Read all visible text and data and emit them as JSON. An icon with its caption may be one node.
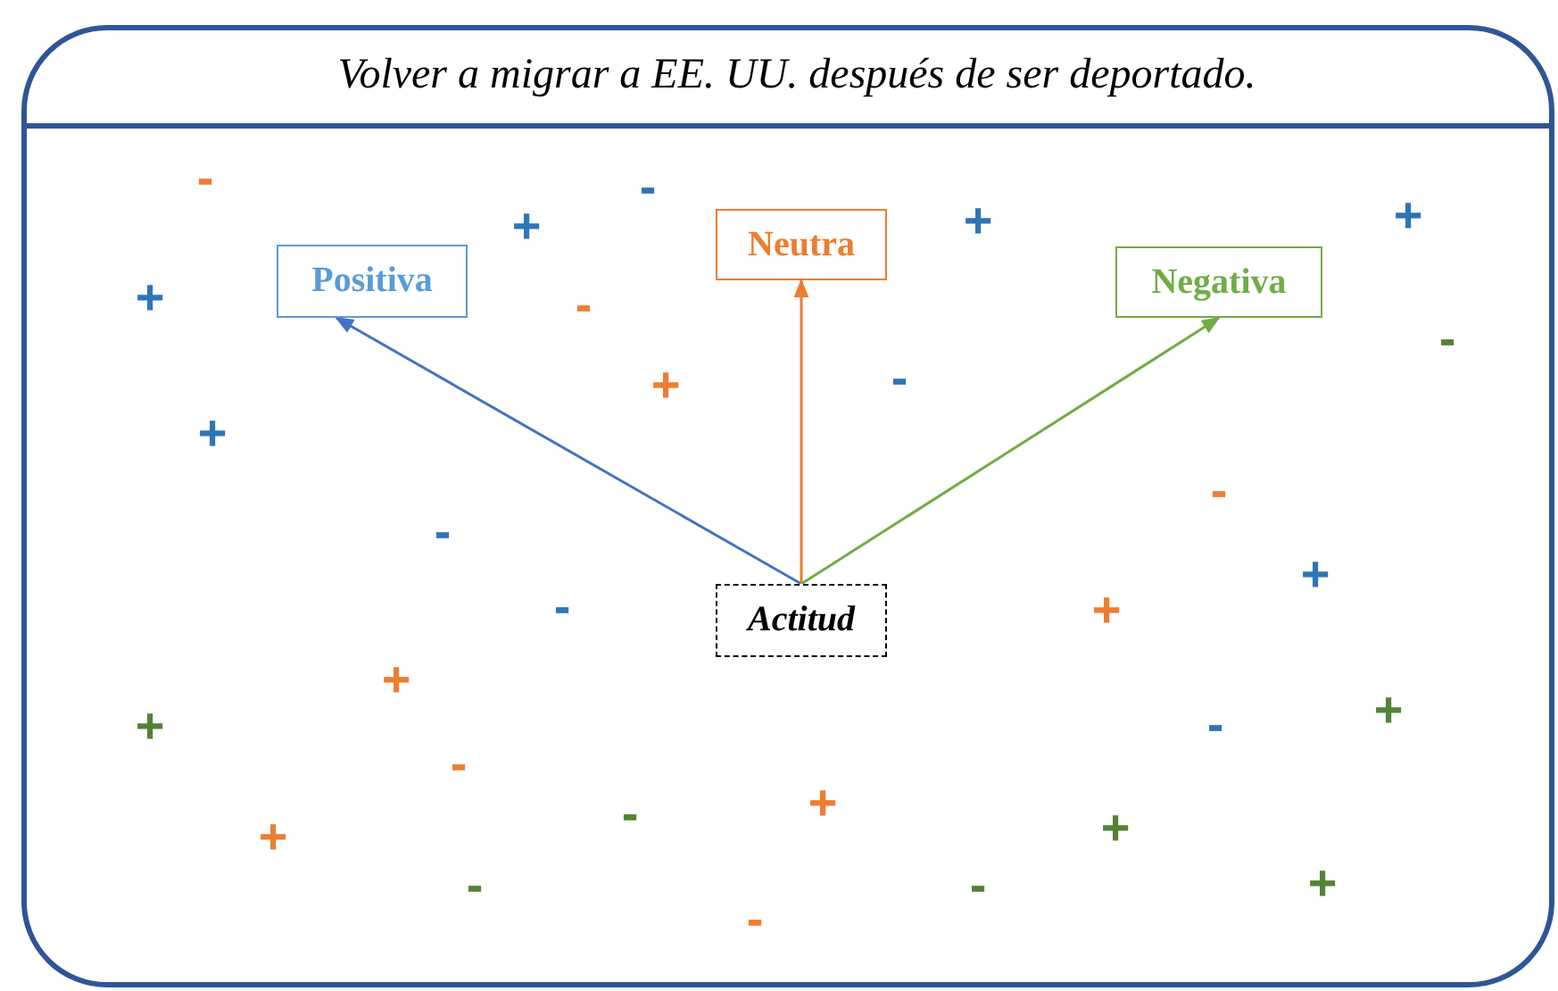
{
  "diagram": {
    "nodes": [
      {
        "text": [
          "Volver a migrar a EE. UU. después de ser deportado."
        ]
      },
      {
        "text": [
          "Positiva"
        ],
        "in": 0
      },
      {
        "text": [
          "Neutra"
        ],
        "in": 0
      },
      {
        "text": [
          "Negativa"
        ],
        "in": 0
      },
      {
        "text": [
          "Actitud"
        ],
        "in": 0
      }
    ],
    "edges": [
      {
        "from": 4,
        "to": 1,
        "arrow": "to",
        "color": "#4472c4"
      },
      {
        "from": 4,
        "to": 2,
        "arrow": "to",
        "color": "#ed7d31"
      },
      {
        "from": 4,
        "to": 3,
        "arrow": "to",
        "color": "#70ad47"
      }
    ],
    "labels": [
      "-",
      "-",
      "+",
      "+",
      "+",
      "+",
      "-",
      "-",
      "-",
      "+",
      "+",
      "-",
      "-",
      "+",
      "-",
      "+",
      "+",
      "+",
      "+",
      "-",
      "-",
      "+",
      "-",
      "+",
      "+",
      "-",
      "-",
      "+",
      "-"
    ]
  }
}
